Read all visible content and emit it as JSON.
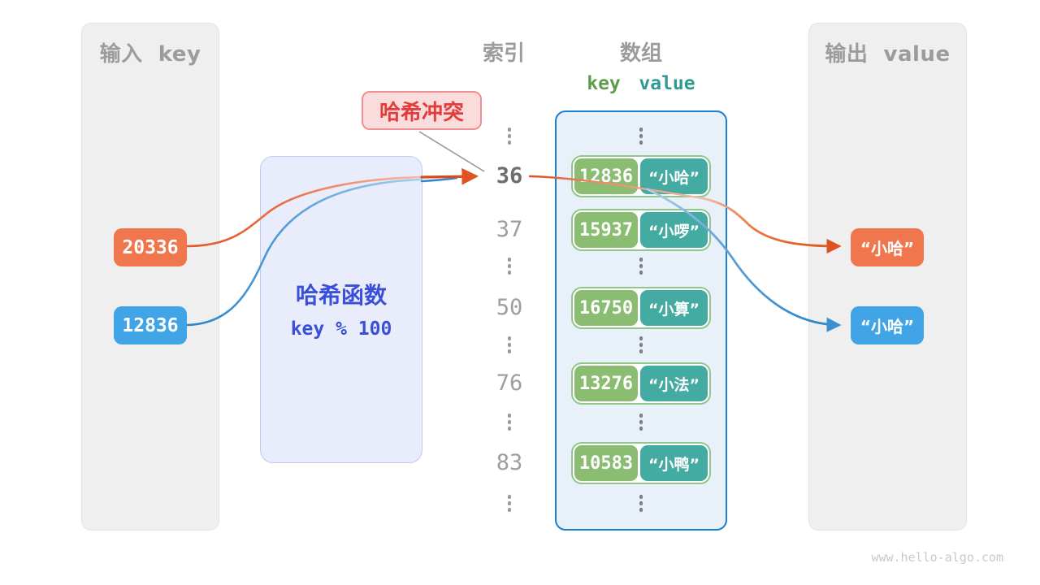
{
  "watermark": "www.hello-algo.com",
  "colors": {
    "orange": "#F0764E",
    "blue": "#41A4E6",
    "key_green": "#8ABC72",
    "value_teal": "#44ABA2",
    "pair_border": "#92C78C",
    "array_bg": "#E8F1FA",
    "array_border": "#1C7FD0",
    "hash_bg": "#E9EDFB",
    "hash_text": "#3A4FD8",
    "collision_text": "#E23C3C",
    "panel_bg": "#EFEFEF",
    "gray_text": "#9C9C9C"
  },
  "input_panel": {
    "title": "输入  key",
    "items": [
      {
        "label": "20336",
        "color_key": "orange"
      },
      {
        "label": "12836",
        "color_key": "blue"
      }
    ]
  },
  "output_panel": {
    "title": "输出  value",
    "items": [
      {
        "label": "“小哈”",
        "color_key": "orange"
      },
      {
        "label": "“小哈”",
        "color_key": "blue"
      }
    ]
  },
  "hash_function": {
    "name": "哈希函数",
    "formula": "key % 100"
  },
  "collision": {
    "label": "哈希冲突"
  },
  "index_column": {
    "header": "索引",
    "slots": [
      {
        "type": "dots"
      },
      {
        "type": "index",
        "label": "36",
        "highlight": true
      },
      {
        "type": "index",
        "label": "37"
      },
      {
        "type": "dots"
      },
      {
        "type": "index",
        "label": "50"
      },
      {
        "type": "dots"
      },
      {
        "type": "index",
        "label": "76"
      },
      {
        "type": "dots"
      },
      {
        "type": "index",
        "label": "83"
      },
      {
        "type": "dots"
      }
    ]
  },
  "array_column": {
    "header": "数组",
    "key_header": "key",
    "value_header": "value",
    "slots": [
      {
        "type": "dots"
      },
      {
        "type": "pair",
        "key": "12836",
        "value": "“小哈”"
      },
      {
        "type": "pair",
        "key": "15937",
        "value": "“小啰”"
      },
      {
        "type": "dots"
      },
      {
        "type": "pair",
        "key": "16750",
        "value": "“小算”"
      },
      {
        "type": "dots"
      },
      {
        "type": "pair",
        "key": "13276",
        "value": "“小法”"
      },
      {
        "type": "dots"
      },
      {
        "type": "pair",
        "key": "10583",
        "value": "“小鸭”"
      },
      {
        "type": "dots"
      }
    ]
  }
}
